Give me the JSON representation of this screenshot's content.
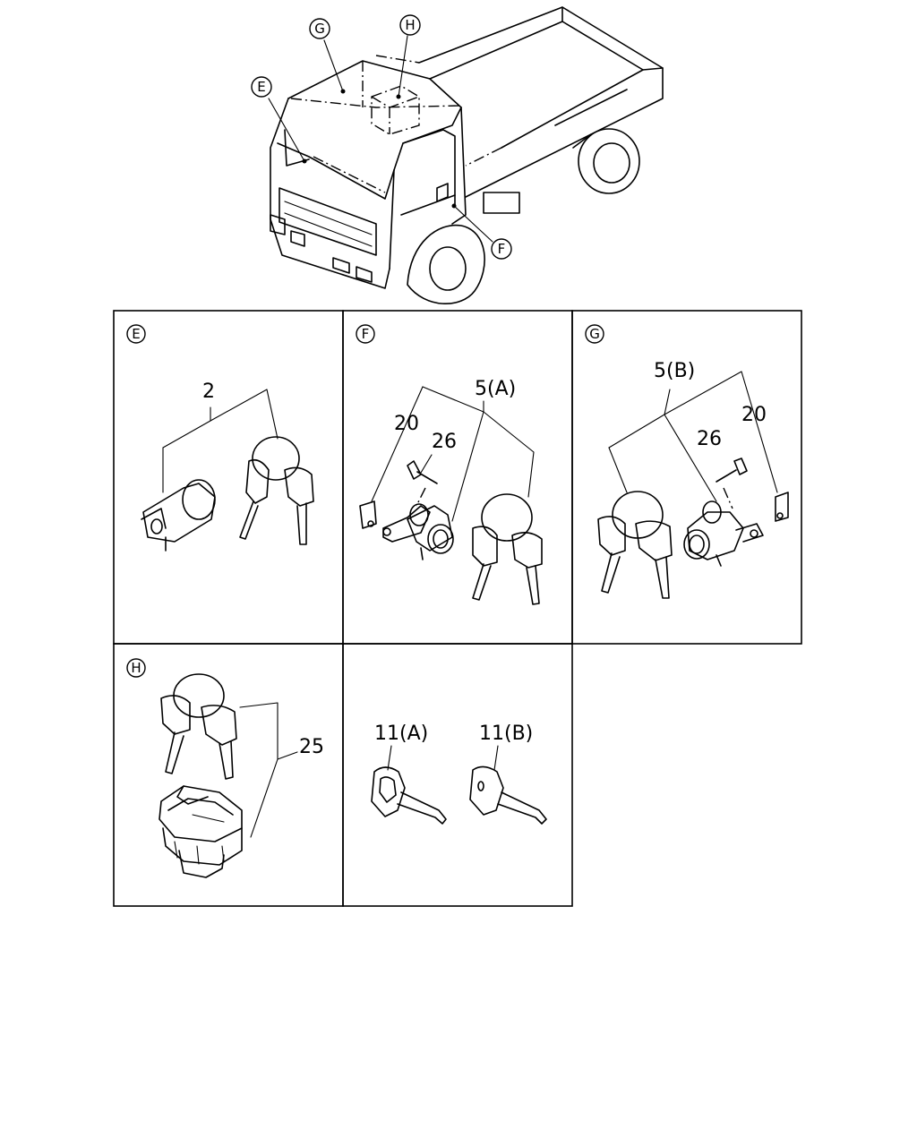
{
  "callouts": {
    "E": "E",
    "F": "F",
    "G": "G",
    "H": "H"
  },
  "panels": {
    "E": {
      "badge": "E",
      "parts": [
        "2"
      ]
    },
    "F": {
      "badge": "F",
      "parts": [
        "5(A)",
        "20",
        "26"
      ]
    },
    "G": {
      "badge": "G",
      "parts": [
        "5(B)",
        "26",
        "20"
      ]
    },
    "H": {
      "badge": "H",
      "parts": [
        "25"
      ]
    },
    "keys": {
      "parts": [
        "11(A)",
        "11(B)"
      ]
    }
  }
}
